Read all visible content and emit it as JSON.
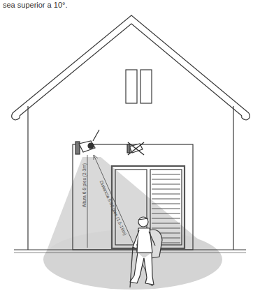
{
  "diagram": {
    "labels": [
      "sea superior a 10°.",
      "Altura 6-9 pies (2-3m)",
      "Distancia 5-50 pies (1.5-15m)"
    ]
  }
}
